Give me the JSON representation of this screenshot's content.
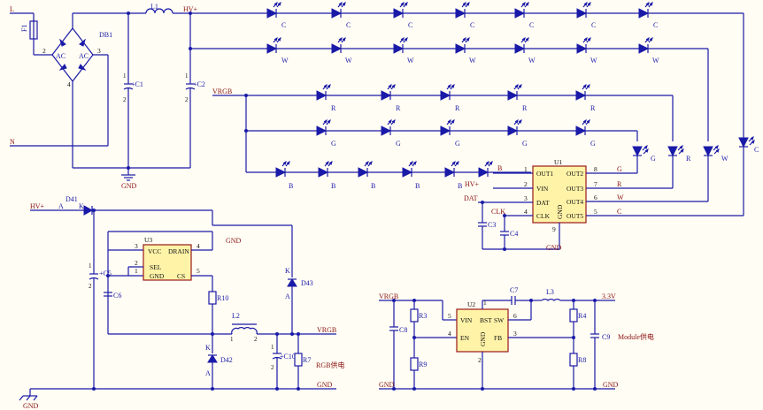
{
  "top": {
    "fuse": "F1",
    "inductor": "L1",
    "bridge": "DB1",
    "ac_left": "AC",
    "ac_right": "AC",
    "bridge_pin2": "2",
    "bridge_pin3": "3",
    "bridge_pin4": "4",
    "input_l": "L",
    "input_n": "N",
    "cap1": "+C1",
    "cap2": "+C2",
    "pin_2a": "2",
    "pin_1a": "1",
    "pin_1b": "1",
    "pin_2b": "2",
    "gnd": "GND",
    "hvplus": "HV+",
    "vrgb": "VRGB"
  },
  "led_rows": {
    "c_label": "C",
    "w_label": "W",
    "r_label": "R",
    "g_label": "G",
    "b_label": "B"
  },
  "u1": {
    "ref": "U1",
    "left_pins": [
      {
        "num": "1",
        "name": "OUT1",
        "net": "B"
      },
      {
        "num": "2",
        "name": "VIN",
        "net": "HV+"
      },
      {
        "num": "3",
        "name": "DAT",
        "net": "DAT"
      },
      {
        "num": "4",
        "name": "CLK",
        "net": "CLK"
      }
    ],
    "right_pins": [
      {
        "num": "8",
        "name": "OUT2",
        "net": "G"
      },
      {
        "num": "7",
        "name": "OUT3",
        "net": "R"
      },
      {
        "num": "6",
        "name": "OUT4",
        "net": "W"
      },
      {
        "num": "5",
        "name": "OUT5",
        "net": "C"
      }
    ],
    "gnd_pin": "GND",
    "gnd_num": "9",
    "c3": "C3",
    "c4": "C4",
    "gnd": "GND"
  },
  "side_leds": {
    "g": "G",
    "r": "R",
    "w": "W",
    "c": "C"
  },
  "u3": {
    "hvplus": "HV+",
    "d41": "D41",
    "a": "A",
    "k": "K",
    "ref": "U3",
    "vcc": "VCC",
    "drain": "DRAIN",
    "sel": "SEL",
    "gnd_pin": "GND",
    "cs": "CS",
    "p3": "3",
    "p4": "4",
    "p2": "2",
    "p1": "1",
    "p5": "5",
    "gnd_net": "GND",
    "c5": "+C5",
    "c6": "C6",
    "r10": "R10",
    "l2": "L2",
    "d42": "D42",
    "d43": "D43",
    "k1": "K",
    "a1": "A",
    "k2": "K",
    "a2": "A",
    "c10": "+C10",
    "r7": "R7",
    "vrgb": "VRGB",
    "rgb_supply": "RGB供电",
    "gnd_bottom": "GND",
    "gnd_earth": "GND",
    "l2p1": "1",
    "l2p2": "2",
    "c5p1": "1",
    "c5p2": "2",
    "c10p1": "1",
    "c10p2": "2"
  },
  "u2": {
    "vrgb": "VRGB",
    "ref": "U2",
    "vin": "VIN",
    "bst": "BST",
    "sw": "SW",
    "en": "EN",
    "gnd_pin": "GND",
    "fb": "FB",
    "p5": "5",
    "p4": "4",
    "p1": "1",
    "p6": "6",
    "p3": "3",
    "p2": "2",
    "c7": "C7",
    "l3": "L3",
    "v33": "3.3V",
    "r3": "R3",
    "r9": "R9",
    "c8": "C8",
    "r4": "R4",
    "r8": "R8",
    "c9": "C9",
    "module_supply": "Module供电",
    "gnd_left": "GND",
    "gnd_right": "GND"
  }
}
